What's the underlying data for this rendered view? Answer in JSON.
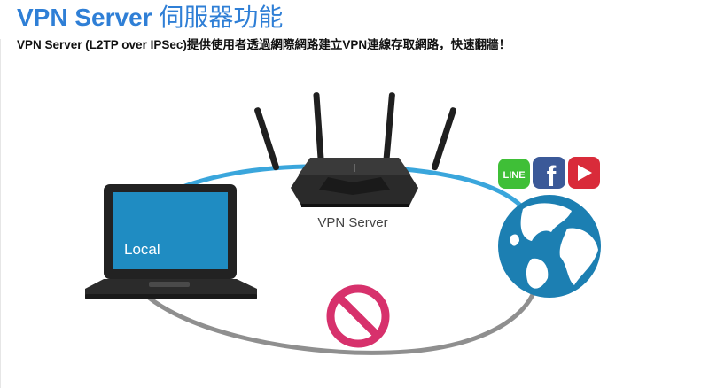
{
  "header": {
    "title_en": "VPN Server",
    "title_zh": "伺服器功能",
    "subtitle": "VPN Server (L2TP over IPSec)提供使用者透過網際網路建立VPN連線存取網路，快速翻牆！"
  },
  "diagram": {
    "router_label": "VPN Server",
    "laptop_label": "Local",
    "line_label": "LINE",
    "facebook_glyph": "f",
    "colors": {
      "accent_blue": "#2f7fd6",
      "ring_blue": "#3aa6dc",
      "ring_gray": "#8f8f8f",
      "laptop_screen": "#1f8cc2",
      "no_sign": "#d7316c",
      "line_green": "#3fbf37",
      "facebook_blue": "#3b5998",
      "youtube_red": "#d92b3a",
      "globe_ocean": "#1c7fb2"
    },
    "icons": [
      "router-icon",
      "laptop-icon",
      "globe-icon",
      "no-entry-icon",
      "line-icon",
      "facebook-icon",
      "youtube-icon"
    ]
  }
}
